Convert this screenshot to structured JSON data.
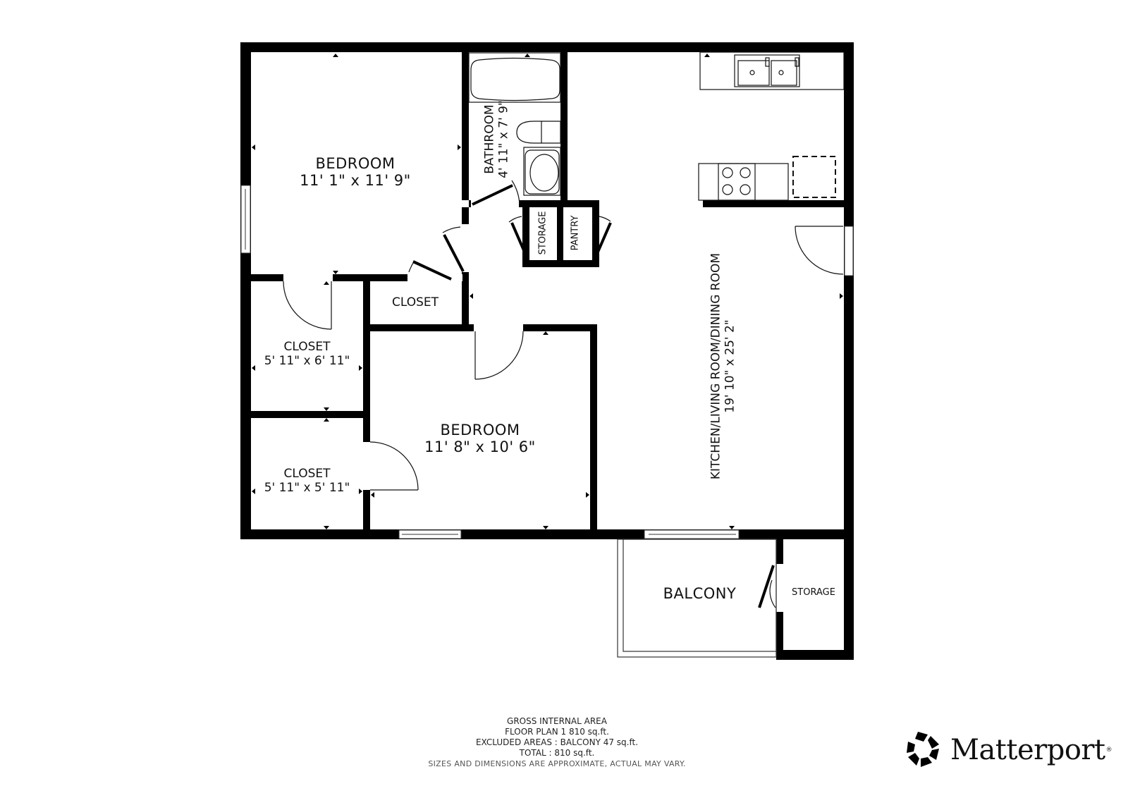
{
  "rooms": {
    "bedroom1": {
      "name": "BEDROOM",
      "dims": "11' 1\" x 11' 9\""
    },
    "bathroom": {
      "name": "BATHROOM",
      "dims": "4' 11\" x 7' 9\""
    },
    "storage_small": {
      "name": "STORAGE"
    },
    "pantry": {
      "name": "PANTRY"
    },
    "closet_hall": {
      "name": "CLOSET"
    },
    "closet1": {
      "name": "CLOSET",
      "dims": "5' 11\" x 6' 11\""
    },
    "closet2": {
      "name": "CLOSET",
      "dims": "5' 11\" x 5' 11\""
    },
    "bedroom2": {
      "name": "BEDROOM",
      "dims": "11' 8\" x 10' 6\""
    },
    "kitchen": {
      "name": "KITCHEN/LIVING ROOM/DINING ROOM",
      "dims": "19' 10\" x 25' 2\""
    },
    "balcony": {
      "name": "BALCONY"
    },
    "storage_balcony": {
      "name": "STORAGE"
    }
  },
  "summary": {
    "line1": "GROSS INTERNAL AREA",
    "line2": "FLOOR PLAN 1 810 sq.ft.",
    "line3": "EXCLUDED AREAS :  BALCONY 47 sq.ft.",
    "line4": "TOTAL :  810 sq.ft.",
    "disclaimer": "SIZES AND DIMENSIONS ARE APPROXIMATE, ACTUAL MAY VARY."
  },
  "brand": {
    "logo_icon": "matterport-logo-icon",
    "name": "Matterport",
    "registered": "®"
  },
  "colors": {
    "wall": "#000000",
    "line": "#222222",
    "background": "#ffffff"
  }
}
